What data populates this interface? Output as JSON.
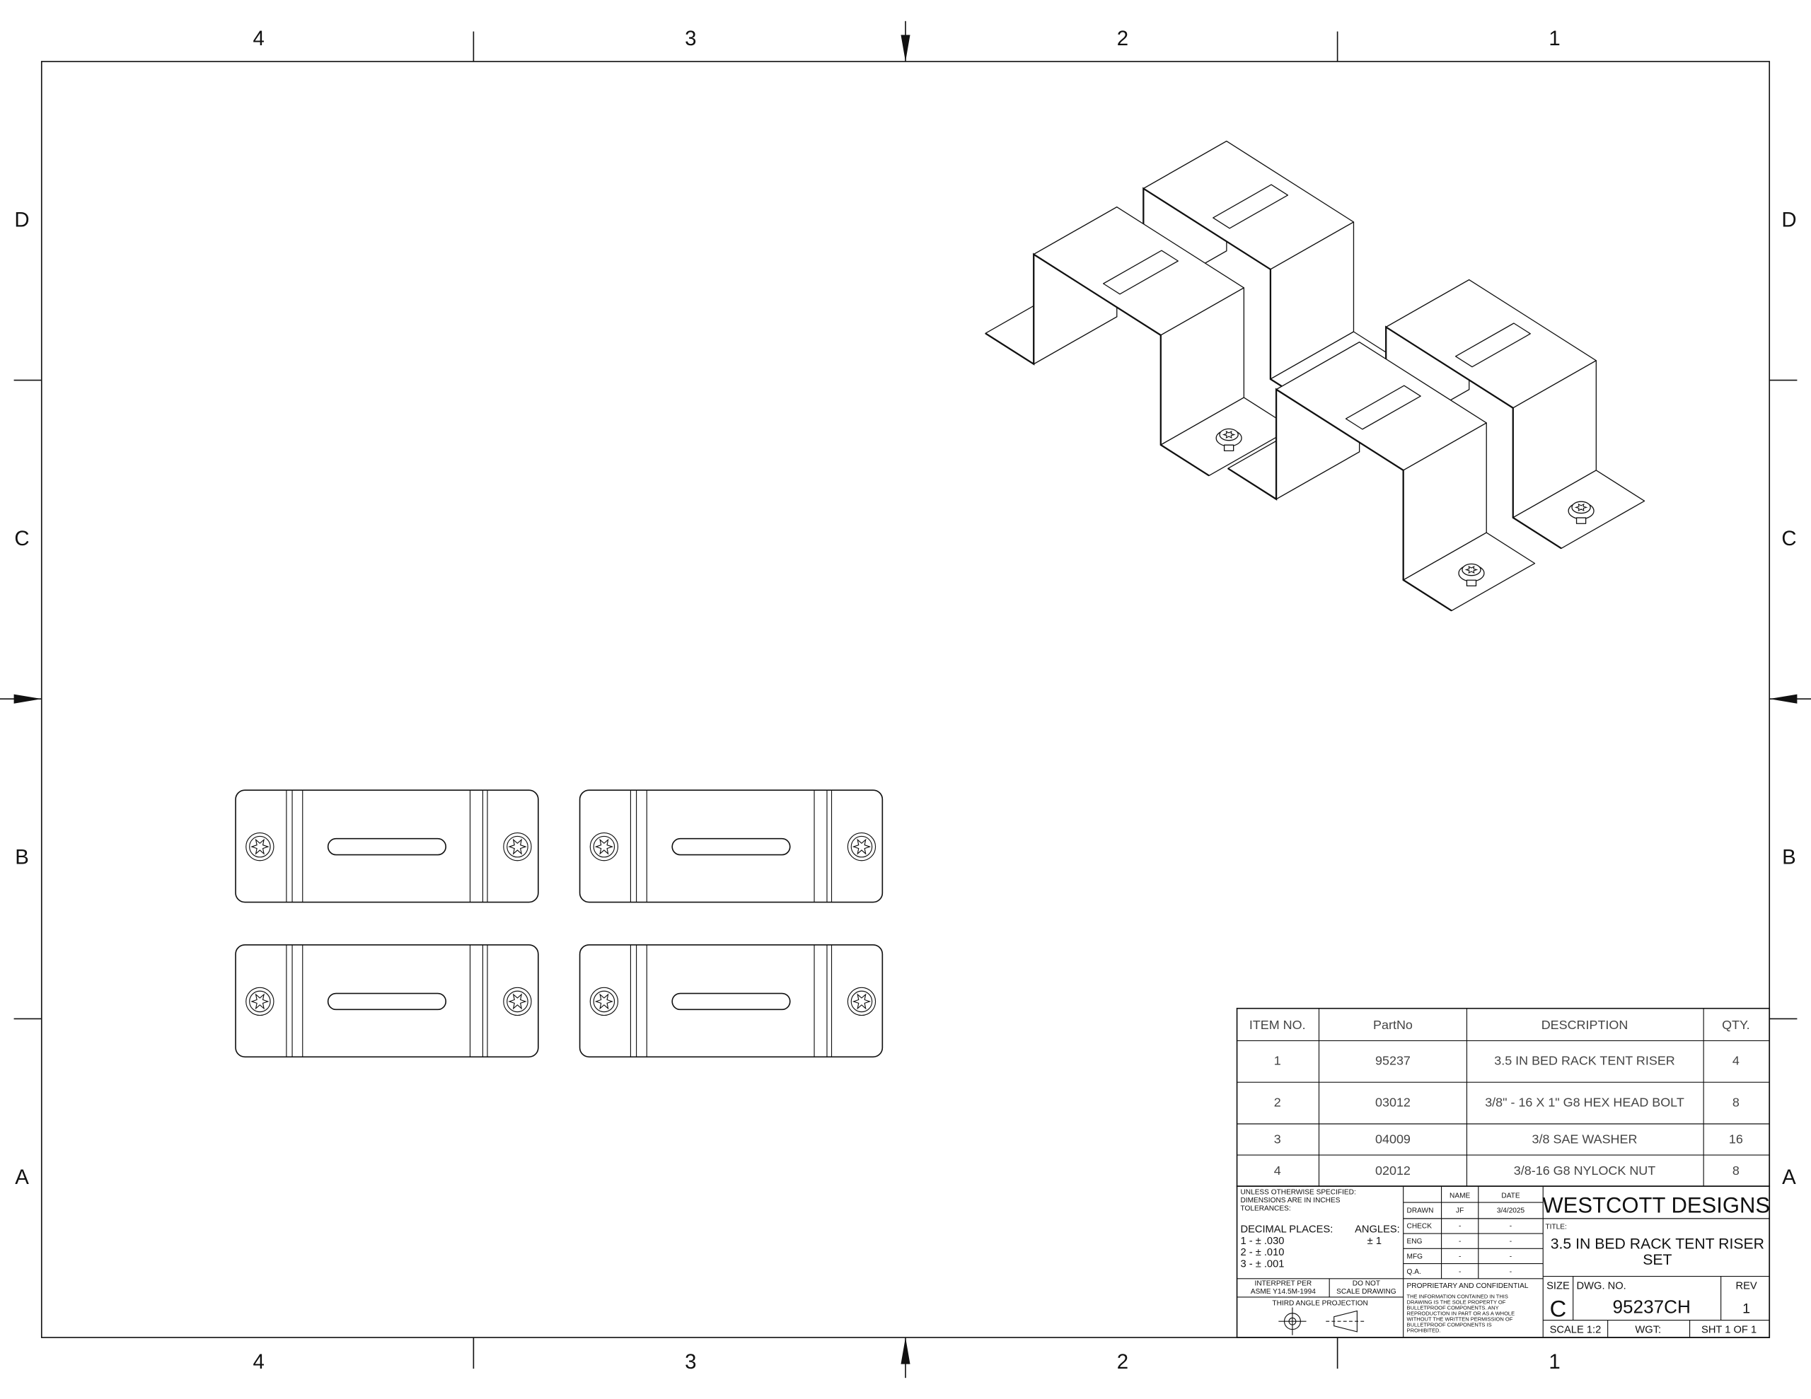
{
  "zones": {
    "columns": [
      "4",
      "3",
      "2",
      "1"
    ],
    "rows": [
      "D",
      "C",
      "B",
      "A"
    ]
  },
  "bom": {
    "headers": [
      "ITEM NO.",
      "PartNo",
      "DESCRIPTION",
      "QTY."
    ],
    "rows": [
      [
        "1",
        "95237",
        "3.5 IN BED RACK TENT RISER",
        "4"
      ],
      [
        "2",
        "03012",
        "3/8\" - 16 X 1\" G8 HEX HEAD BOLT",
        "8"
      ],
      [
        "3",
        "04009",
        "3/8 SAE WASHER",
        "16"
      ],
      [
        "4",
        "02012",
        "3/8-16 G8 NYLOCK NUT",
        "8"
      ]
    ]
  },
  "title_block": {
    "notes": [
      "UNLESS OTHERWISE SPECIFIED:",
      "DIMENSIONS ARE IN INCHES",
      "TOLERANCES:"
    ],
    "decimal_label": "DECIMAL PLACES:",
    "angles_label": "ANGLES:",
    "angles_value": "± 1",
    "decimals": [
      "1 - ± .030",
      "2 - ± .010",
      "3 - ± .001"
    ],
    "interpret": [
      "INTERPRET PER",
      "ASME Y14.5M-1994"
    ],
    "do_not_scale": [
      "DO NOT",
      "SCALE DRAWING"
    ],
    "projection": "THIRD ANGLE PROJECTION",
    "name_header": "NAME",
    "date_header": "DATE",
    "signoff": [
      {
        "role": "DRAWN",
        "name": "JF",
        "date": "3/4/2025"
      },
      {
        "role": "CHECK",
        "name": "-",
        "date": "-"
      },
      {
        "role": "ENG",
        "name": "-",
        "date": "-"
      },
      {
        "role": "MFG",
        "name": "-",
        "date": "-"
      },
      {
        "role": "Q.A.",
        "name": "-",
        "date": "-"
      }
    ],
    "proprietary_title": "PROPRIETARY AND CONFIDENTIAL",
    "proprietary_text": [
      "THE INFORMATION CONTAINED IN THIS",
      "DRAWING IS THE SOLE PROPERTY OF",
      "BULLETPROOF COMPONENTS.  ANY",
      "REPRODUCTION IN PART OR AS A WHOLE",
      "WITHOUT THE WRITTEN PERMISSION OF",
      "BULLETPROOF COMPONENTS IS",
      "PROHIBITED."
    ],
    "company": "WESTCOTT DESIGNS",
    "title_label": "TITLE:",
    "title_lines": [
      "3.5 IN BED RACK TENT RISER",
      "SET"
    ],
    "size_label": "SIZE",
    "size": "C",
    "dwg_label": "DWG.  NO.",
    "dwg_no": "95237CH",
    "rev_label": "REV",
    "rev": "1",
    "scale": "SCALE 1:2",
    "weight": "WGT:",
    "sheet": "SHT  1  OF  1"
  }
}
